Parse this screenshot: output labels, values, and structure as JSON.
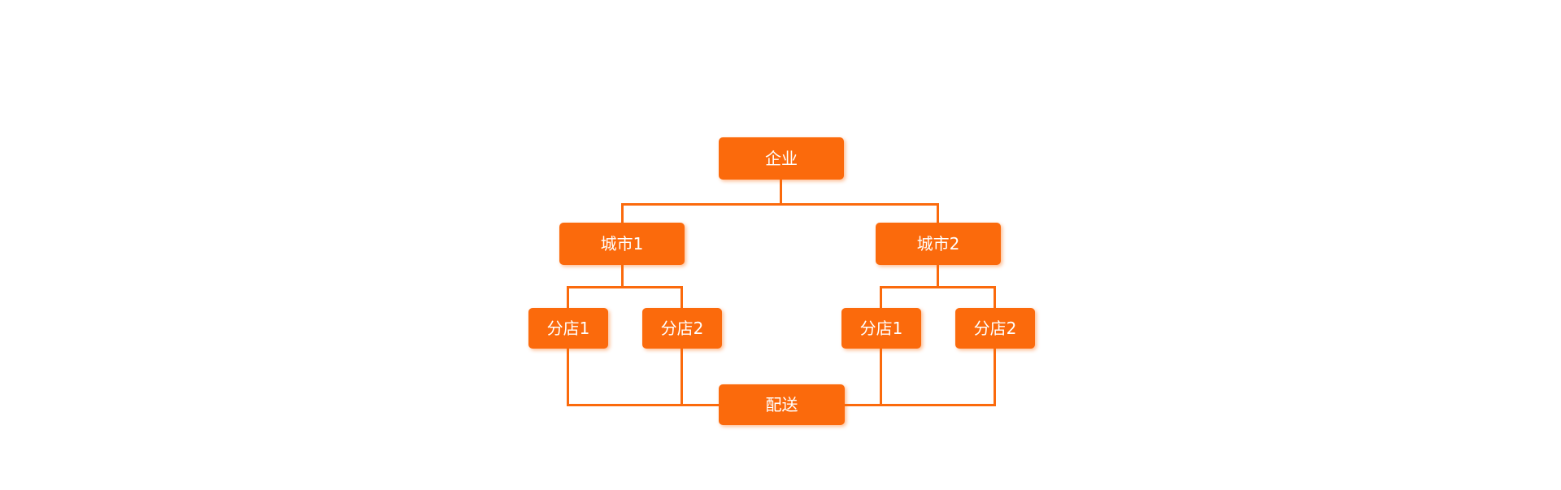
{
  "diagram": {
    "type": "org-chart",
    "background_color": "#ffffff",
    "node_color": "#fb6a0c",
    "line_color": "#fb6a0c",
    "text_color": "#ffffff",
    "nodes": {
      "enterprise": {
        "label": "企业"
      },
      "city1": {
        "label": "城市1"
      },
      "city2": {
        "label": "城市2"
      },
      "city1_branch1": {
        "label": "分店1"
      },
      "city1_branch2": {
        "label": "分店2"
      },
      "city2_branch1": {
        "label": "分店1"
      },
      "city2_branch2": {
        "label": "分店2"
      },
      "delivery": {
        "label": "配送"
      }
    },
    "edges": [
      {
        "from": "enterprise",
        "to": "city1"
      },
      {
        "from": "enterprise",
        "to": "city2"
      },
      {
        "from": "city1",
        "to": "city1_branch1"
      },
      {
        "from": "city1",
        "to": "city1_branch2"
      },
      {
        "from": "city2",
        "to": "city2_branch1"
      },
      {
        "from": "city2",
        "to": "city2_branch2"
      },
      {
        "from": "city1_branch1",
        "to": "delivery"
      },
      {
        "from": "city1_branch2",
        "to": "delivery"
      },
      {
        "from": "city2_branch1",
        "to": "delivery"
      },
      {
        "from": "city2_branch2",
        "to": "delivery"
      }
    ]
  }
}
